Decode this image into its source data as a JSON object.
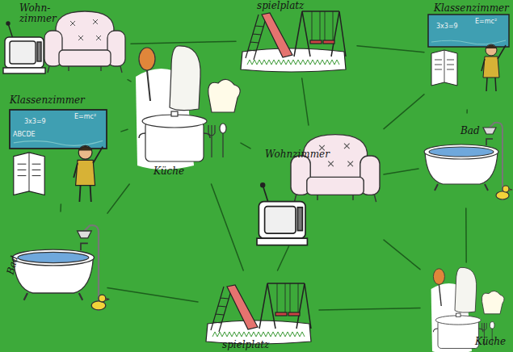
{
  "diagram": {
    "nodes": [
      {
        "text": [
          "Wohn- zimmer"
        ]
      },
      {
        "text": [
          "spielplatz"
        ]
      },
      {
        "text": [
          "Klassenzimmer"
        ]
      },
      {
        "text": [
          "Küche"
        ]
      },
      {
        "text": [
          "Klassenzimmer"
        ]
      },
      {
        "text": [
          "Wohnzimmer"
        ]
      },
      {
        "text": [
          "Bad"
        ]
      },
      {
        "text": [
          "Bad"
        ]
      },
      {
        "text": [
          "spielplatz"
        ]
      },
      {
        "text": [
          "Küche"
        ]
      }
    ],
    "edges": [
      {
        "from": 0,
        "to": 1,
        "arrow": "none"
      },
      {
        "from": 1,
        "to": 2,
        "arrow": "none"
      },
      {
        "from": 0,
        "to": 3,
        "arrow": "none"
      },
      {
        "from": 3,
        "to": 5,
        "arrow": "none"
      },
      {
        "from": 1,
        "to": 5,
        "arrow": "none"
      },
      {
        "from": 2,
        "to": 5,
        "arrow": "none"
      },
      {
        "from": 2,
        "to": 6,
        "arrow": "none"
      },
      {
        "from": 3,
        "to": 4,
        "arrow": "none"
      },
      {
        "from": 4,
        "to": 7,
        "arrow": "none"
      },
      {
        "from": 3,
        "to": 7,
        "arrow": "none"
      },
      {
        "from": 3,
        "to": 8,
        "arrow": "none"
      },
      {
        "from": 5,
        "to": 6,
        "arrow": "none"
      },
      {
        "from": 5,
        "to": 8,
        "arrow": "none"
      },
      {
        "from": 5,
        "to": 9,
        "arrow": "none"
      },
      {
        "from": 6,
        "to": 9,
        "arrow": "none"
      },
      {
        "from": 7,
        "to": 8,
        "arrow": "none"
      },
      {
        "from": 8,
        "to": 9,
        "arrow": "none"
      }
    ],
    "labels": [
      "3x3=9",
      "E=mc²",
      "3x3=9",
      "E=mc²",
      "ABCDE"
    ]
  }
}
